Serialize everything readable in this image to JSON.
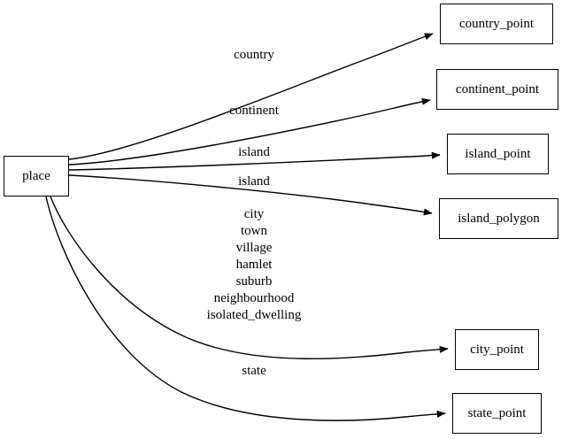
{
  "graph": {
    "title": "place",
    "colors": {
      "background": "#ffffff",
      "stroke": "#000000",
      "node_fill": "#ffffff",
      "text": "#000000"
    },
    "source_node": {
      "id": "place",
      "label": "place"
    },
    "nodes": [
      {
        "id": "country_point",
        "label": "country_point"
      },
      {
        "id": "continent_point",
        "label": "continent_point"
      },
      {
        "id": "island_point",
        "label": "island_point"
      },
      {
        "id": "island_polygon",
        "label": "island_polygon"
      },
      {
        "id": "city_point",
        "label": "city_point"
      },
      {
        "id": "state_point",
        "label": "state_point"
      }
    ],
    "edges": [
      {
        "from": "place",
        "to": "country_point",
        "label": "country"
      },
      {
        "from": "place",
        "to": "continent_point",
        "label": "continent"
      },
      {
        "from": "place",
        "to": "island_point",
        "label": "island"
      },
      {
        "from": "place",
        "to": "island_polygon",
        "label": "island"
      },
      {
        "from": "place",
        "to": "city_point",
        "label": "city\ntown\nvillage\nhamlet\nsuburb\nneighbourhood\nisolated_dwelling"
      },
      {
        "from": "place",
        "to": "state_point",
        "label": "state"
      }
    ]
  }
}
